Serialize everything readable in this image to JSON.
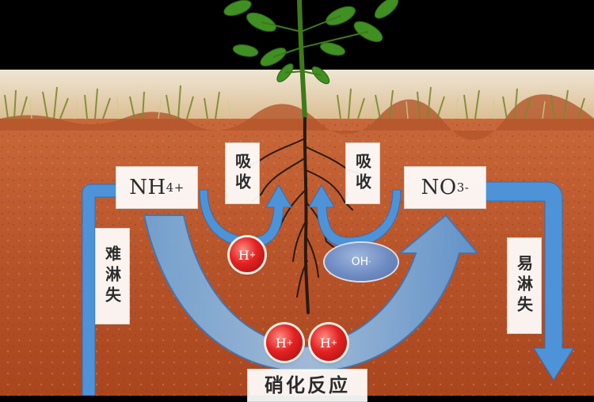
{
  "ions": {
    "ammonium": {
      "symbol": "NH",
      "sub": "4",
      "sup": "+"
    },
    "nitrate": {
      "symbol": "NO",
      "sub": "3",
      "sup": "-"
    }
  },
  "labels": {
    "absorb_left": "吸收",
    "absorb_right": "吸收",
    "leach_hard": "难淋失",
    "leach_easy": "易淋失",
    "nitrification": "硝化反应"
  },
  "particles": {
    "h_ion": {
      "symbol": "H",
      "charge": "+"
    },
    "oh_ion": {
      "symbol": "OH",
      "charge": "-"
    }
  },
  "colors": {
    "arrow_blue": "#4e93d8",
    "soil": "#b8562a",
    "h_bubble": "#e32222",
    "oh_bubble": "#6f8cc2"
  }
}
